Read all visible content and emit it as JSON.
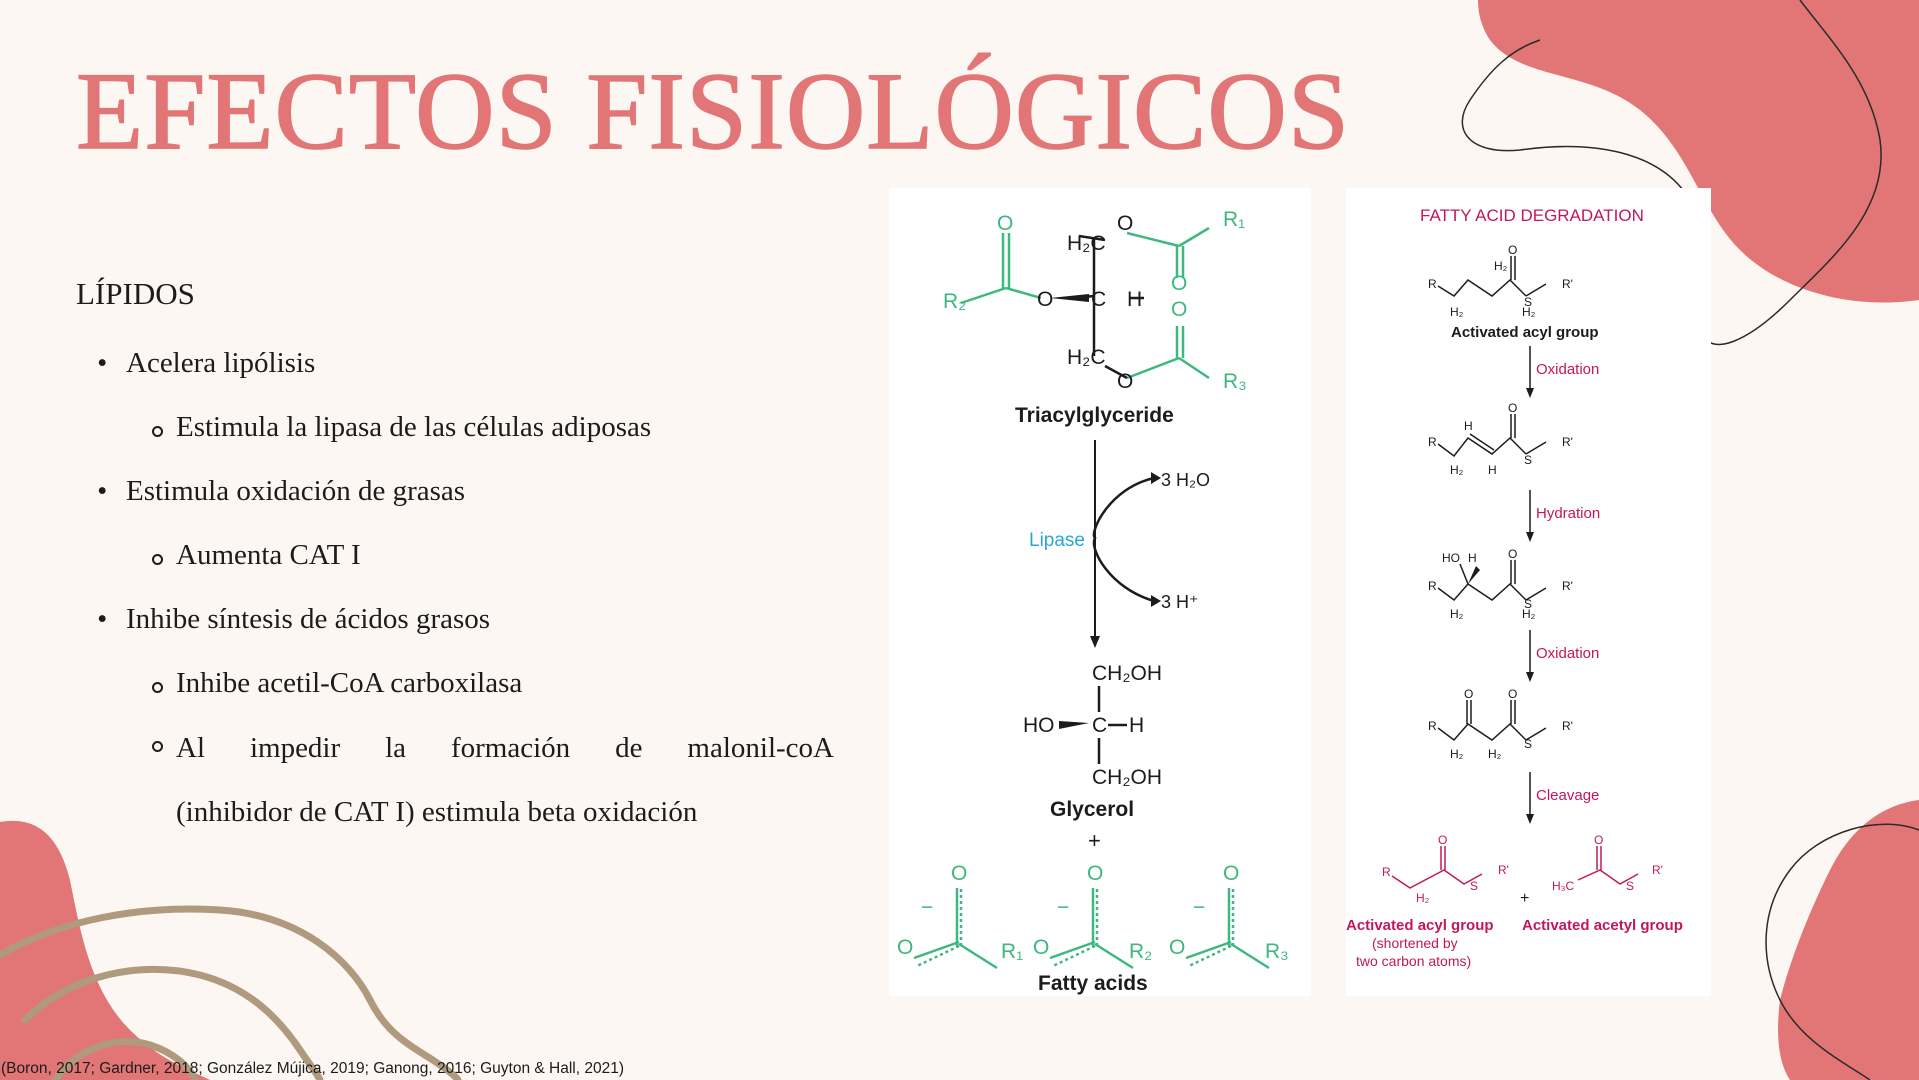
{
  "slide": {
    "title": "EFECTOS FISIOLÓGICOS",
    "section": "LÍPIDOS",
    "bullets": [
      {
        "text": "Acelera lipólisis",
        "sub": [
          "Estimula la lipasa de las células adiposas"
        ]
      },
      {
        "text": "Estimula oxidación de grasas",
        "sub": [
          "Aumenta CAT I"
        ]
      },
      {
        "text": "Inhibe síntesis de ácidos grasos",
        "sub": [
          "Inhibe acetil-CoA carboxilasa",
          "Al impedir la formación de malonil-coA (inhibidor de CAT I) estimula beta oxidación"
        ]
      }
    ],
    "sub_last_line1": "Al impedir la formación de malonil-coA",
    "sub_last_line2": "(inhibidor de CAT I) estimula beta oxidación",
    "citation": "(Boron, 2017; Gardner, 2018; González Mújica, 2019; Ganong, 2016; Guyton & Hall, 2021)"
  },
  "lipolysis_figure": {
    "triacyl_label": "Triacylglyceride",
    "enzyme": "Lipase",
    "water": "3 H₂O",
    "protons": "3 H⁺",
    "glycerol_label": "Glycerol",
    "plus": "+",
    "fatty_acids_label": "Fatty acids",
    "atoms": {
      "o": "O",
      "r1": "R₁",
      "r2": "R₂",
      "r3": "R₃",
      "h2c": "H₂C",
      "ch": "C",
      "h": "H",
      "ch2oh": "CH₂OH",
      "ho": "HO",
      "minus": "−"
    }
  },
  "degradation_figure": {
    "title": "FATTY ACID DEGRADATION",
    "activated_acyl": "Activated acyl group",
    "steps": [
      "Oxidation",
      "Hydration",
      "Oxidation",
      "Cleavage"
    ],
    "product1_label": "Activated acyl group",
    "product1_note1": "(shortened by",
    "product1_note2": "two carbon atoms)",
    "product2_label": "Activated acetyl group",
    "plus": "+",
    "atoms": {
      "r": "R",
      "rp": "R'",
      "s": "S",
      "c": "C",
      "o": "O",
      "h2": "H₂",
      "h": "H",
      "ho": "HO",
      "h3c": "H₃C"
    }
  },
  "colors": {
    "accent": "#e27575",
    "background": "#fcf7f3",
    "rope": "#b09a7d",
    "green": "#3db87f",
    "blue": "#29a8d8",
    "magenta": "#c2185b"
  }
}
